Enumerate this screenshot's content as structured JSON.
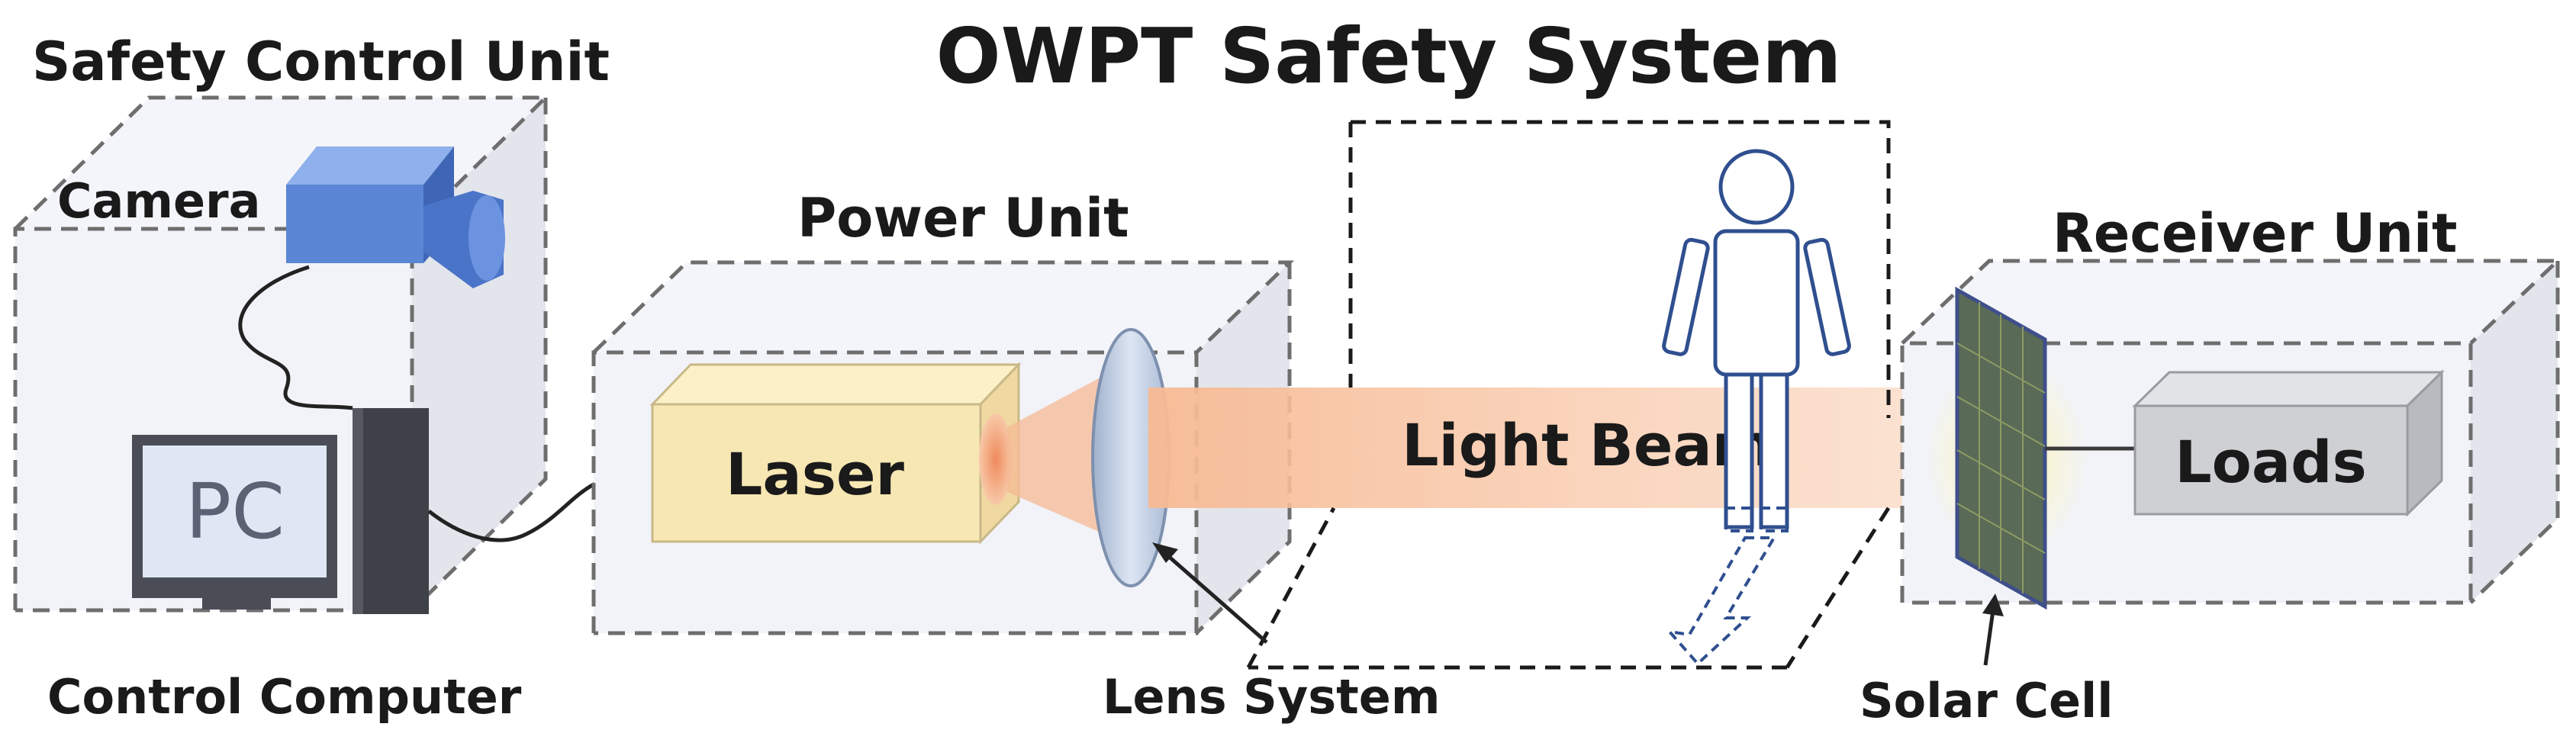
{
  "title": "OWPT Safety System",
  "safety_control_unit": {
    "label": "Safety Control Unit",
    "camera_label": "Camera",
    "pc_label": "PC",
    "computer_label": "Control Computer"
  },
  "power_unit": {
    "label": "Power Unit",
    "laser_label": "Laser",
    "lens_label": "Lens System"
  },
  "beam": {
    "label": "Light Beam"
  },
  "receiver_unit": {
    "label": "Receiver Unit",
    "loads_label": "Loads",
    "solar_cell_label": "Solar Cell"
  },
  "colors": {
    "box_fill": "#f1f3f9",
    "box_side": "#e1e3e9",
    "camera": "#5b86d6",
    "laser_front": "#f7e7b3",
    "beam": "#f8c8a6",
    "person": "#2f4f8f",
    "solar_panel": "#596a57",
    "loads": "#cfd0d4"
  }
}
